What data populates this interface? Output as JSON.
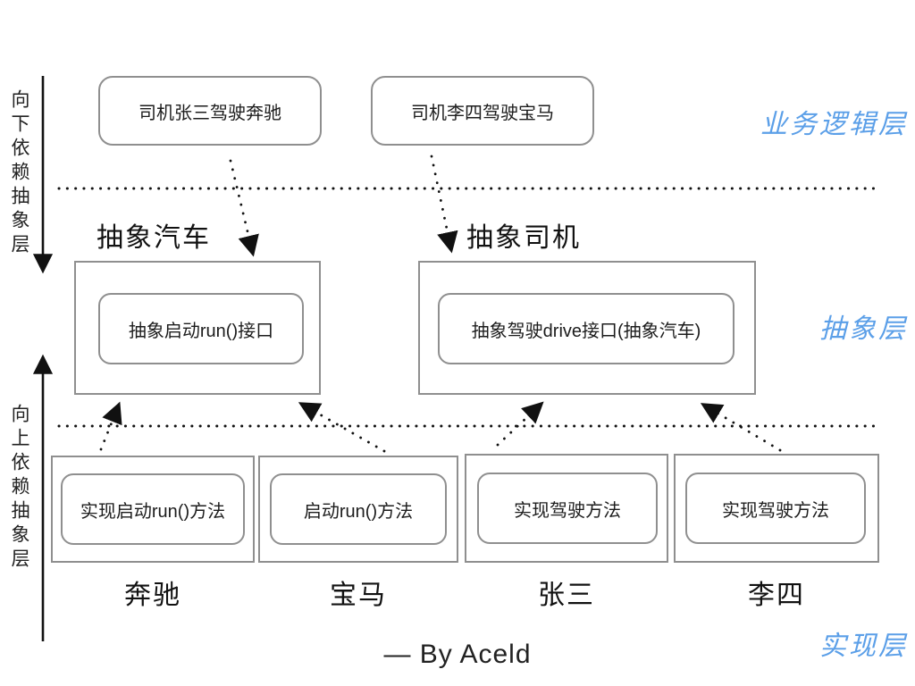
{
  "layers": {
    "business": "业务逻辑层",
    "abstraction": "抽象层",
    "implementation": "实现层"
  },
  "left_annotations": {
    "down_dependency": "向下依赖抽象层",
    "up_dependency": "向上依赖抽象层"
  },
  "business_boxes": [
    {
      "label": "司机张三驾驶奔驰"
    },
    {
      "label": "司机李四驾驶宝马"
    }
  ],
  "abstract_groups": [
    {
      "title": "抽象汽车",
      "interface": "抽象启动run()接口"
    },
    {
      "title": "抽象司机",
      "interface": "抽象驾驶drive接口(抽象汽车)"
    }
  ],
  "impl_boxes": [
    {
      "method": "实现启动run()方法",
      "name": "奔驰"
    },
    {
      "method": "启动run()方法",
      "name": "宝马"
    },
    {
      "method": "实现驾驶方法",
      "name": "张三"
    },
    {
      "method": "实现驾驶方法",
      "name": "李四"
    }
  ],
  "footer": {
    "credit": "— By Aceld"
  },
  "colors": {
    "layer_label": "#5b9fe8",
    "box_border": "#8f8f8f",
    "text": "#1c1c1c",
    "arrow": "#111111"
  }
}
